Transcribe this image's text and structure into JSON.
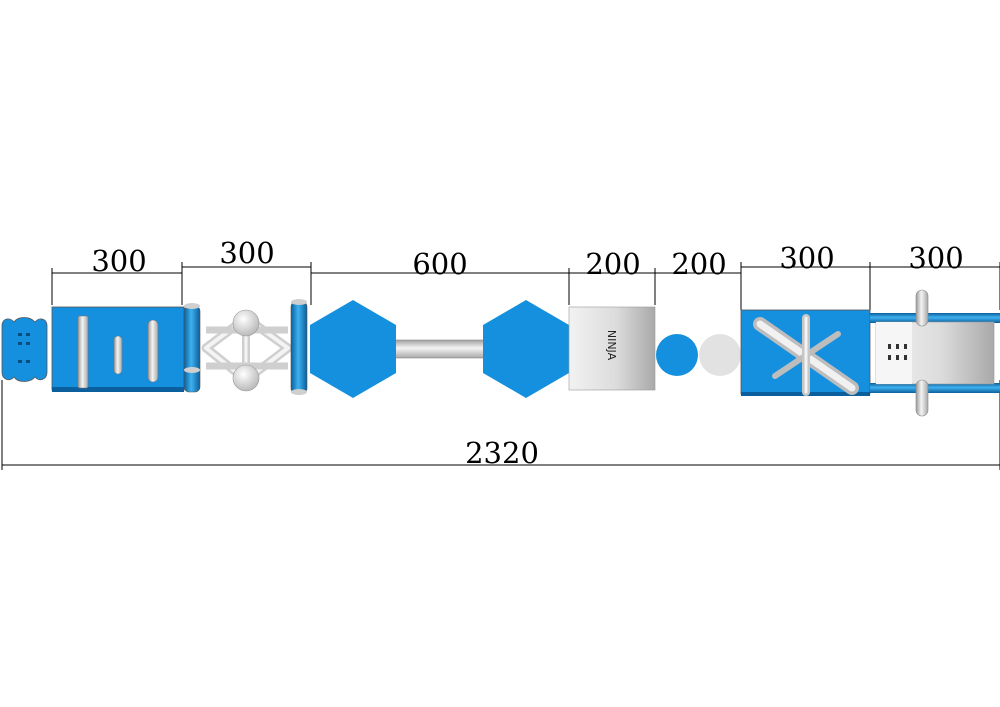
{
  "dimensions": {
    "top": [
      "300",
      "300",
      "600",
      "200",
      "200",
      "300",
      "300"
    ],
    "total": "2320"
  },
  "module_text": {
    "ninja": "NINJA"
  },
  "colors": {
    "blue": "#1590de",
    "blue_dark": "#0e6fb3",
    "grey": "#e2e2e2",
    "grey_dark": "#bdbdbd",
    "line": "#000000"
  }
}
